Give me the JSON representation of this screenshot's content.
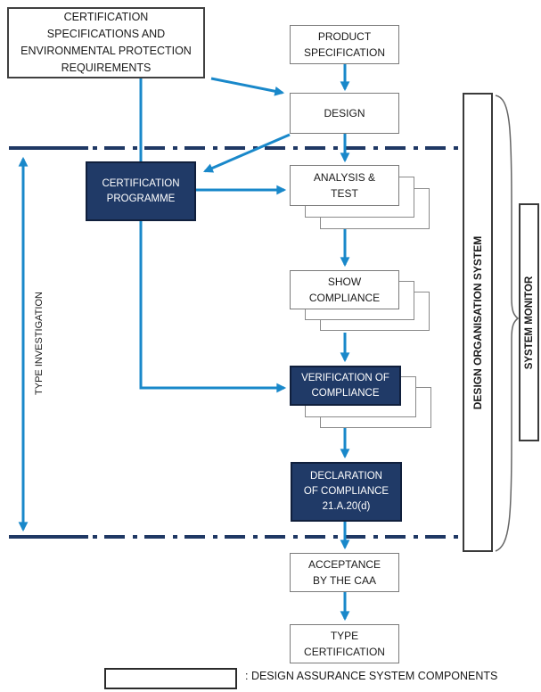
{
  "boxes": {
    "cert_specs": {
      "label": "CERTIFICATION\nSPECIFICATIONS AND\nENVIRONMENTAL PROTECTION\nREQUIREMENTS"
    },
    "product_spec": {
      "label": "PRODUCT\nSPECIFICATION"
    },
    "design": {
      "label": "DESIGN"
    },
    "cert_programme": {
      "label": "CERTIFICATION\nPROGRAMME"
    },
    "analysis_test": {
      "label": "ANALYSIS &\nTEST"
    },
    "show_compliance": {
      "label": "SHOW\nCOMPLIANCE"
    },
    "verification": {
      "label": "VERIFICATION OF\nCOMPLIANCE"
    },
    "declaration": {
      "label": "DECLARATION\nOF COMPLIANCE\n21.A.20(d)"
    },
    "acceptance": {
      "label": "ACCEPTANCE\nBY THE CAA"
    },
    "type_certification": {
      "label": "TYPE\nCERTIFICATION"
    }
  },
  "side_labels": {
    "type_investigation": "TYPE INVESTIGATION",
    "design_organisation_system": "DESIGN ORGANISATION SYSTEM",
    "system_monitor": "SYSTEM MONITOR"
  },
  "legend": {
    "text": ": DESIGN ASSURANCE SYSTEM COMPONENTS"
  },
  "colors": {
    "arrow_blue": "#1988ca",
    "navy_fill": "#203a67",
    "dash_line_navy": "#1f3864",
    "box_border_gray": "#7a7a7a"
  }
}
